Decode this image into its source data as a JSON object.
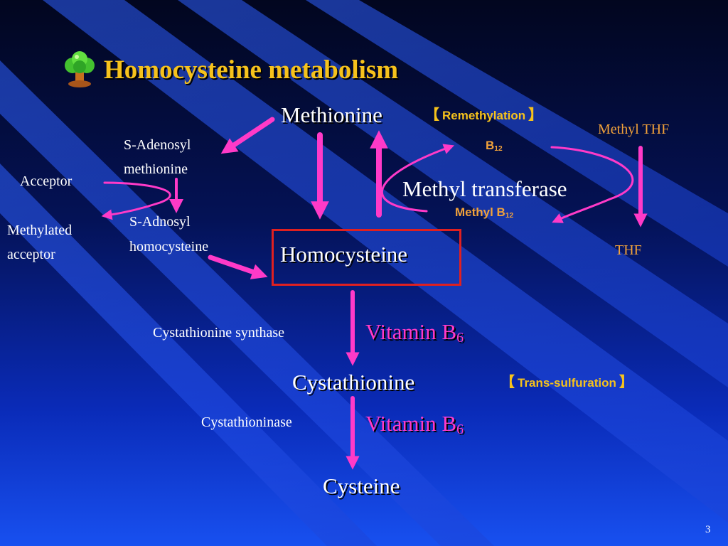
{
  "title": "Homocysteine metabolism",
  "icon": "tree-icon",
  "nodes": {
    "methionine": "Methionine",
    "homocysteine": "Homocysteine",
    "cystathionine": "Cystathionine",
    "cysteine": "Cysteine",
    "methyl_transferase": "Methyl transferase",
    "s_adenosyl_methionine_1": "S-Adenosyl",
    "s_adenosyl_methionine_2": "methionine",
    "s_adenosyl_homocysteine_1": "S-Adnosyl",
    "s_adenosyl_homocysteine_2": "homocysteine",
    "acceptor": "Acceptor",
    "methylated_acceptor_1": "Methylated",
    "methylated_acceptor_2": "acceptor",
    "methyl_thf": "Methyl THF",
    "thf": "THF"
  },
  "labels": {
    "remethylation": "Remethylation",
    "trans_sulfuration": "Trans-sulfuration",
    "bracket_open": "【",
    "bracket_close": "】",
    "b12_main": "B",
    "b12_sub": "12",
    "methyl_b12_main": "Methyl B",
    "methyl_b12_sub": "12",
    "cystathionine_synthase": "Cystathionine synthase",
    "cystathioninase": "Cystathioninase",
    "vitamin_b6_main": "Vitamin B",
    "vitamin_b6_sub": "6"
  },
  "slide_number": "3",
  "colors": {
    "arrow": "#ff3ac8",
    "title": "#f6c21c",
    "label_orange": "#f2a23a",
    "box": "#e02020"
  }
}
